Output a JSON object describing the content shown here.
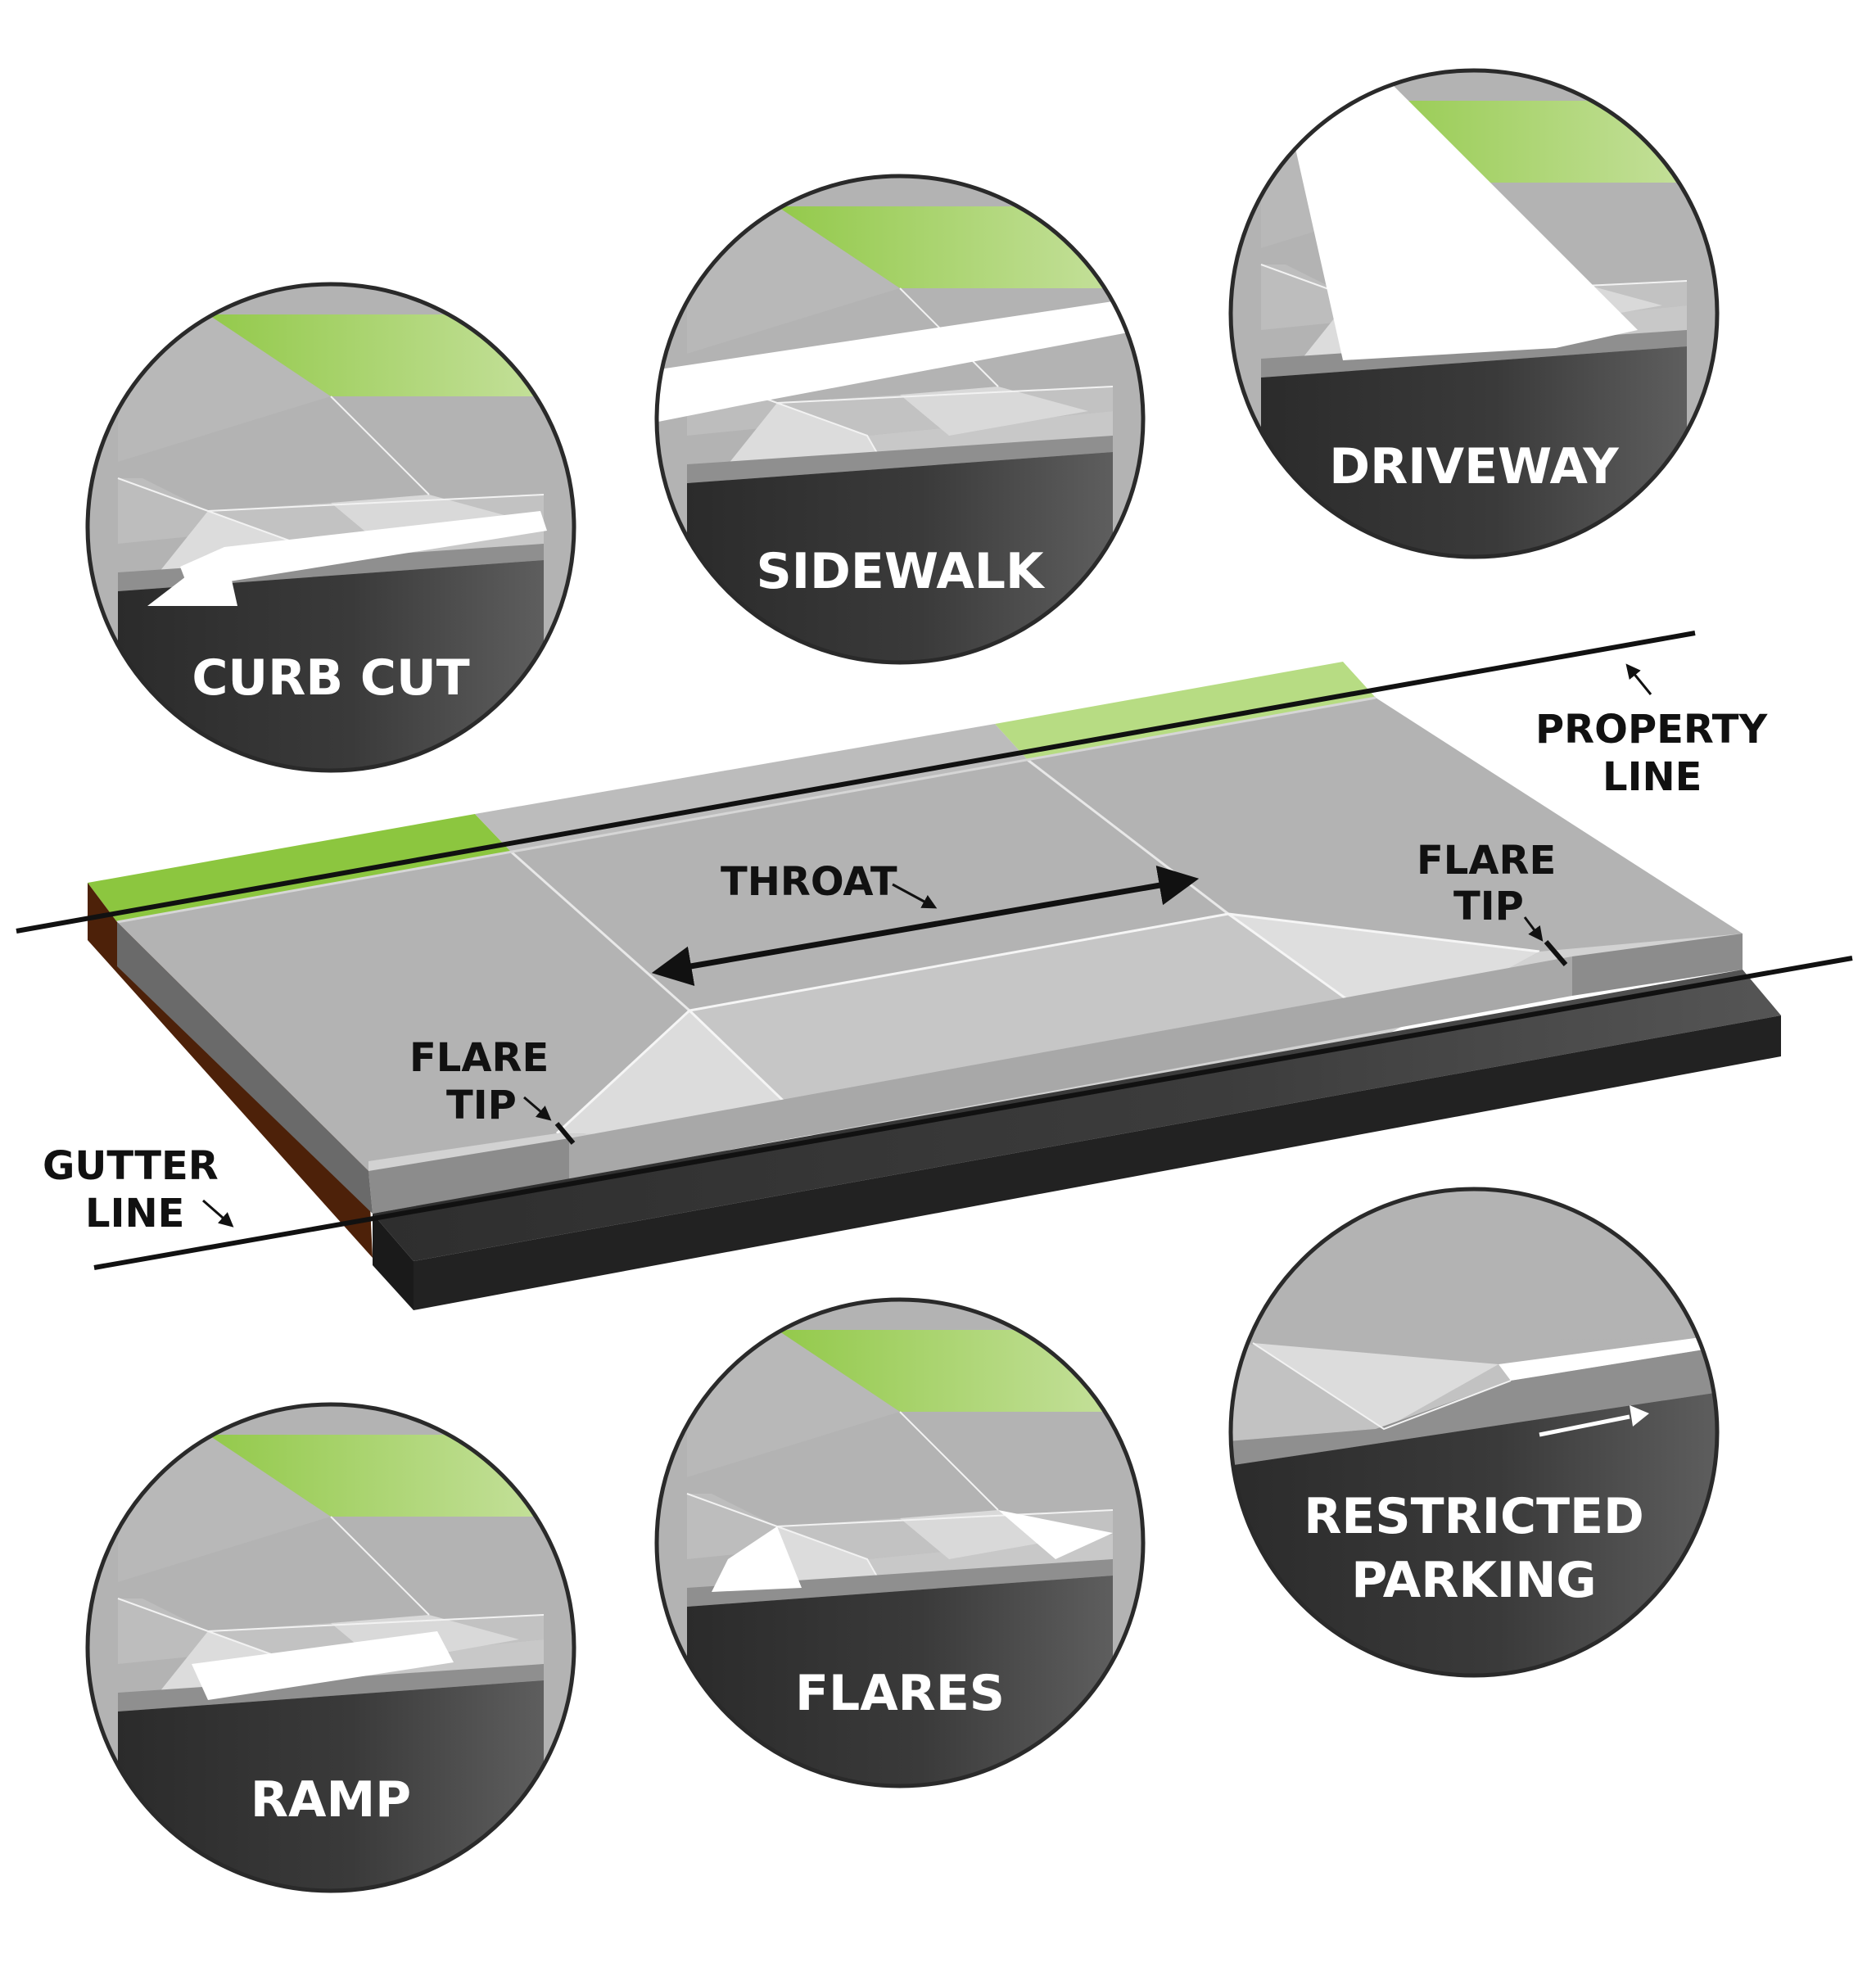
{
  "colors": {
    "grass": "#8cc63f",
    "grass_light": "#c4e09a",
    "concrete": "#b3b3b3",
    "concrete_light": "#c4c4c4",
    "ramp_light": "#dcdcdc",
    "street": "#2e2e2e",
    "street_light": "#5a5a5a",
    "curb_face": "#8a8a8a",
    "soil": "#4d2109",
    "ink": "#111111",
    "white": "#ffffff"
  },
  "main": {
    "throat": "THROAT",
    "flare_tip_left": [
      "FLARE",
      "TIP"
    ],
    "flare_tip_right": [
      "FLARE",
      "TIP"
    ],
    "property_line": [
      "PROPERTY",
      "LINE"
    ],
    "gutter_line": [
      "GUTTER",
      "LINE"
    ]
  },
  "circles": [
    {
      "id": "curb-cut",
      "label": [
        "CURB CUT"
      ],
      "highlight": "curb"
    },
    {
      "id": "sidewalk",
      "label": [
        "SIDEWALK"
      ],
      "highlight": "sidewalk"
    },
    {
      "id": "driveway",
      "label": [
        "DRIVEWAY"
      ],
      "highlight": "driveway"
    },
    {
      "id": "ramp",
      "label": [
        "RAMP"
      ],
      "highlight": "ramp"
    },
    {
      "id": "flares",
      "label": [
        "FLARES"
      ],
      "highlight": "flares"
    },
    {
      "id": "restricted-parking",
      "label": [
        "RESTRICTED",
        "PARKING"
      ],
      "highlight": "parking"
    }
  ]
}
